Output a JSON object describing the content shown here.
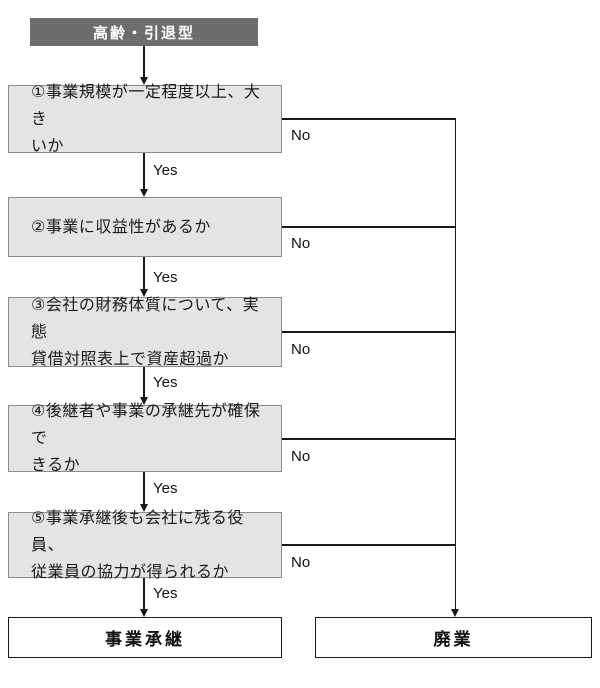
{
  "header": {
    "label": "高齢・引退型"
  },
  "decision_labels": {
    "yes": "Yes",
    "no": "No"
  },
  "questions": [
    {
      "lines": [
        "①事業規模が一定程度以上、大き",
        "いか"
      ]
    },
    {
      "lines": [
        "②事業に収益性があるか"
      ]
    },
    {
      "lines": [
        "③会社の財務体質について、実態",
        "貸借対照表上で資産超過か"
      ]
    },
    {
      "lines": [
        "④後継者や事業の承継先が確保で",
        "きるか"
      ]
    },
    {
      "lines": [
        "⑤事業承継後も会社に残る役員、",
        "従業員の協力が得られるか"
      ]
    }
  ],
  "outcomes": {
    "succession": "事業承継",
    "closure": "廃業"
  },
  "colors": {
    "header_bg": "#6d6d6d",
    "header_text": "#ffffff",
    "box_bg": "#e4e4e4",
    "box_border": "#8c8c8c",
    "line": "#1a1a1a"
  }
}
